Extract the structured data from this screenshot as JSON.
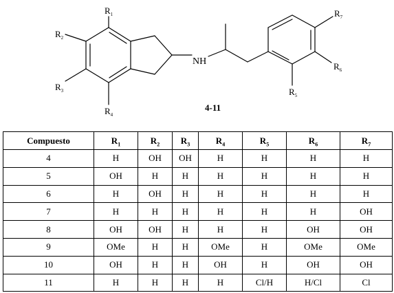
{
  "structure": {
    "compound_label": "4-11",
    "labels": {
      "R1": {
        "main": "R",
        "sub": "1"
      },
      "R2": {
        "main": "R",
        "sub": "2"
      },
      "R3": {
        "main": "R",
        "sub": "3"
      },
      "R4": {
        "main": "R",
        "sub": "4"
      },
      "R5": {
        "main": "R",
        "sub": "5"
      },
      "R6": {
        "main": "R",
        "sub": "6"
      },
      "R7": {
        "main": "R",
        "sub": "7"
      },
      "NH": "NH"
    }
  },
  "table": {
    "header_first": "Compuesto",
    "headers": [
      {
        "main": "R",
        "sub": "1"
      },
      {
        "main": "R",
        "sub": "2"
      },
      {
        "main": "R",
        "sub": "3"
      },
      {
        "main": "R",
        "sub": "4"
      },
      {
        "main": "R",
        "sub": "5"
      },
      {
        "main": "R",
        "sub": "6"
      },
      {
        "main": "R",
        "sub": "7"
      }
    ],
    "rows": [
      {
        "id": "4",
        "values": [
          "H",
          "OH",
          "OH",
          "H",
          "H",
          "H",
          "H"
        ]
      },
      {
        "id": "5",
        "values": [
          "OH",
          "H",
          "H",
          "H",
          "H",
          "H",
          "H"
        ]
      },
      {
        "id": "6",
        "values": [
          "H",
          "OH",
          "H",
          "H",
          "H",
          "H",
          "H"
        ]
      },
      {
        "id": "7",
        "values": [
          "H",
          "H",
          "H",
          "H",
          "H",
          "H",
          "OH"
        ]
      },
      {
        "id": "8",
        "values": [
          "OH",
          "OH",
          "H",
          "H",
          "H",
          "OH",
          "OH"
        ]
      },
      {
        "id": "9",
        "values": [
          "OMe",
          "H",
          "H",
          "OMe",
          "H",
          "OMe",
          "OMe"
        ]
      },
      {
        "id": "10",
        "values": [
          "OH",
          "H",
          "H",
          "OH",
          "H",
          "OH",
          "OH"
        ]
      },
      {
        "id": "11",
        "values": [
          "H",
          "H",
          "H",
          "H",
          "Cl/H",
          "H/Cl",
          "Cl"
        ]
      }
    ]
  }
}
